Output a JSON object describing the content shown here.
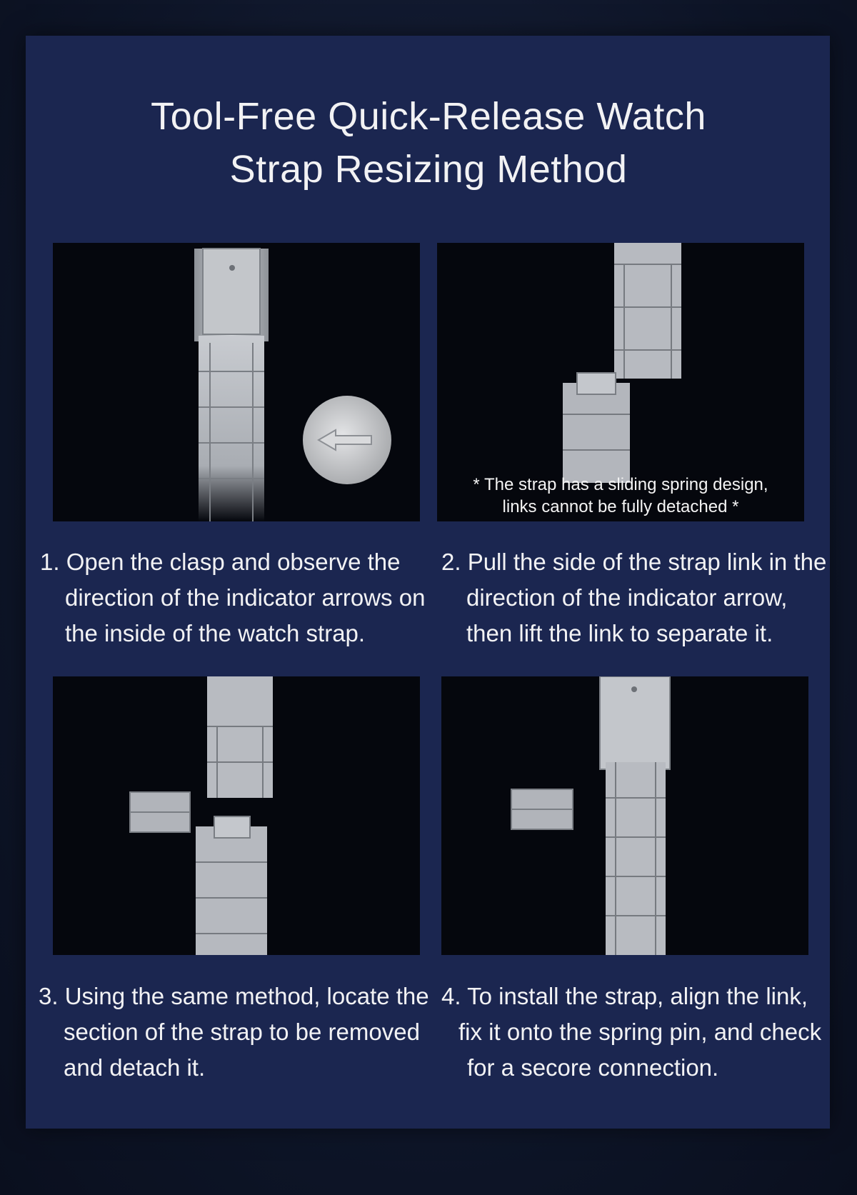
{
  "title": {
    "line1": "Tool-Free Quick-Release Watch",
    "line2": "Strap Resizing Method"
  },
  "note": {
    "line1": "* The strap has a sliding spring design,",
    "line2": "links cannot be fully detached *"
  },
  "steps": [
    {
      "lines": [
        "1. Open the clasp and observe the",
        "direction of the indicator arrows on",
        "the inside of the watch strap."
      ]
    },
    {
      "lines": [
        "2. Pull the side of the strap link in the",
        "direction of the indicator arrow,",
        "then lift the link to separate it."
      ]
    },
    {
      "lines": [
        "3. Using the same method, locate the",
        "section of the strap to be removed",
        "and detach it."
      ]
    },
    {
      "lines": [
        "4. To install the strap, align the link,",
        "fix it onto the spring pin, and check",
        "for a secore connection."
      ]
    }
  ],
  "colors": {
    "panel": "#1b2650",
    "photo_bg": "#05070d",
    "text": "#f2f2f4",
    "steel": "#b9bcc1"
  }
}
